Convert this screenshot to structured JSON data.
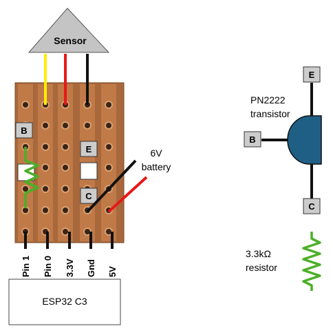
{
  "sensor": {
    "label": "Sensor"
  },
  "board": {
    "pin_labels": [
      "Pin 1",
      "Pin 0",
      "3.3V",
      "Gnd",
      "5V"
    ],
    "marker_b": "B",
    "marker_e": "E",
    "marker_c": "C"
  },
  "battery": {
    "label_line1": "6V",
    "label_line2": "battery"
  },
  "esp32": {
    "label": "ESP32 C3"
  },
  "transistor": {
    "label_line1": "PN2222",
    "label_line2": "transistor",
    "pin_e": "E",
    "pin_b": "B",
    "pin_c": "C"
  },
  "resistor": {
    "label_line1": "3.3kΩ",
    "label_line2": "resistor"
  },
  "colors": {
    "wire_yellow": "#ffee00",
    "wire_red": "#e81818",
    "wire_black": "#111111",
    "resistor_green": "#4caf28",
    "transistor_blue": "#1f5f86",
    "label_box_gray": "#c8c8c8",
    "board_copper": "#a0663a"
  }
}
